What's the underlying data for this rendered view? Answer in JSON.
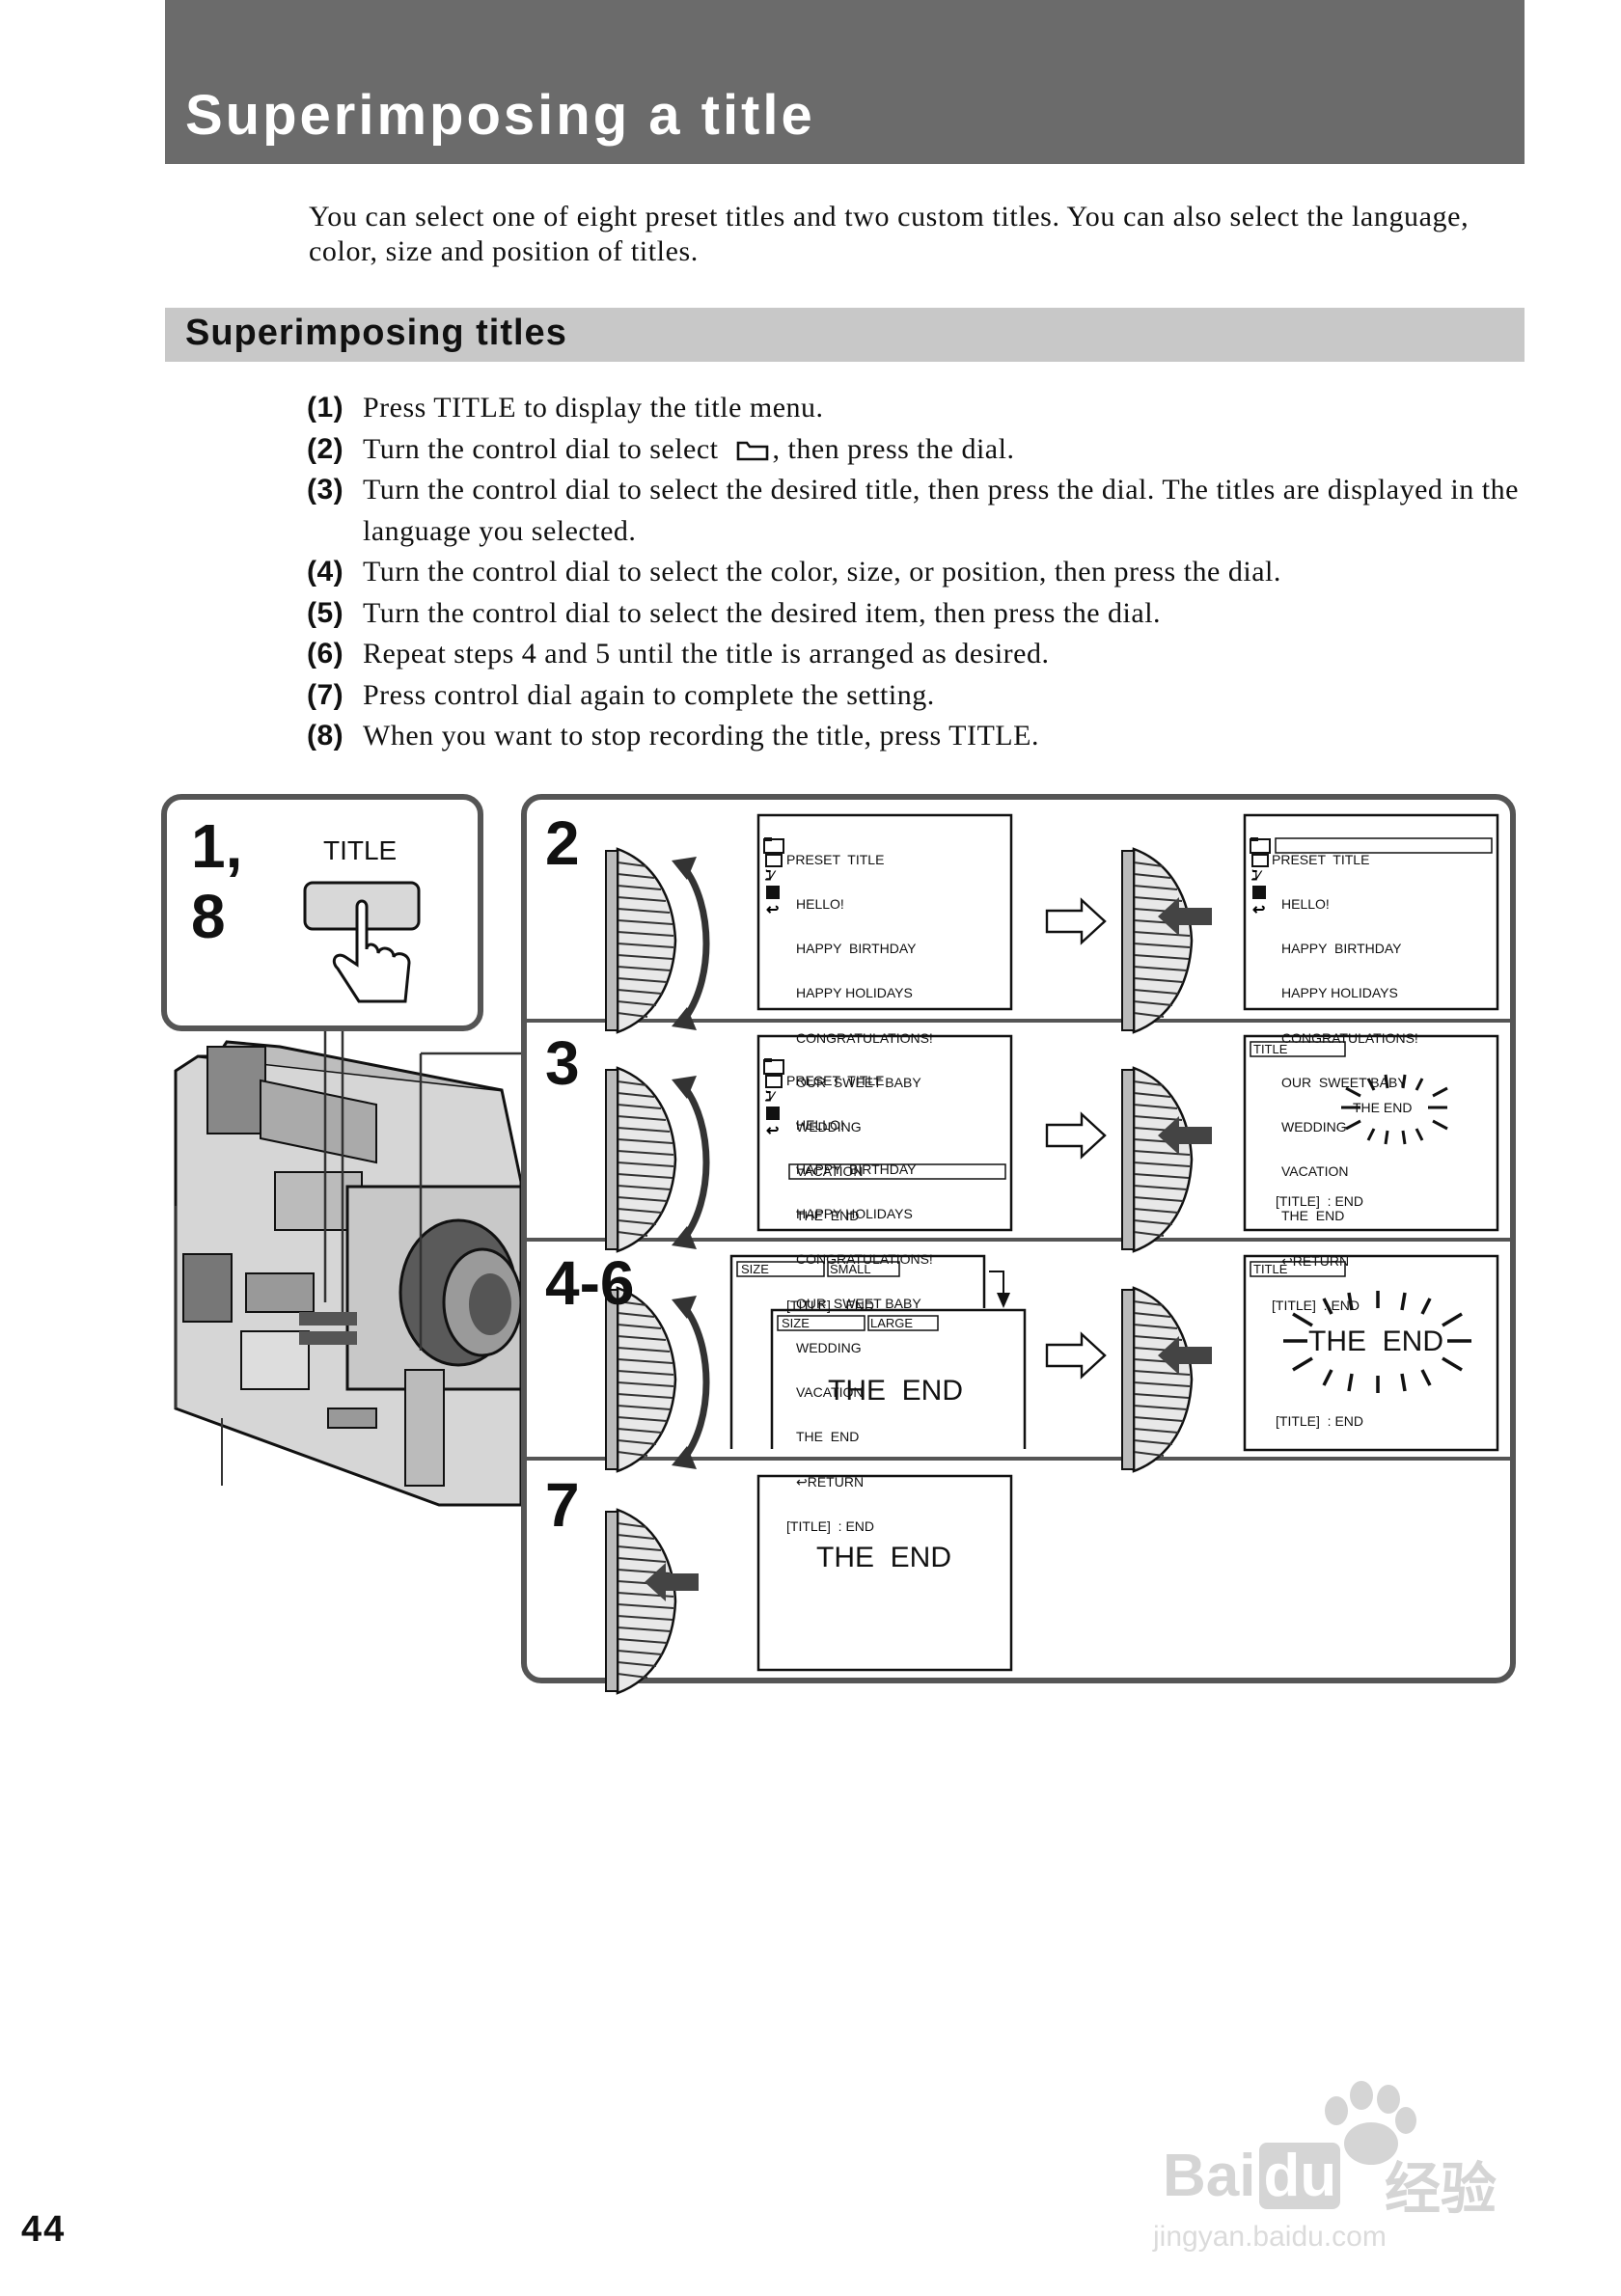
{
  "header": {
    "title": "Superimposing a title"
  },
  "intro": "You can select one of eight preset titles and two custom titles. You can also select the language, color, size and position of titles.",
  "section": {
    "title": "Superimposing titles"
  },
  "steps": [
    {
      "num": "(1)",
      "text": "Press TITLE to display the title menu."
    },
    {
      "num": "(2)",
      "text_before": "Turn the control dial to select",
      "text_after": ", then press the dial.",
      "icon": "folder-icon"
    },
    {
      "num": "(3)",
      "text": "Turn the control dial to select the desired title, then press the dial. The titles are displayed in the language you selected."
    },
    {
      "num": "(4)",
      "text": "Turn the control dial to select the color, size, or position, then press the dial."
    },
    {
      "num": "(5)",
      "text": "Turn the control dial to select the desired item, then press the dial."
    },
    {
      "num": "(6)",
      "text": "Repeat steps 4 and 5 until the title is arranged as desired."
    },
    {
      "num": "(7)",
      "text": "Press control dial again to complete the setting."
    },
    {
      "num": "(8)",
      "text": "When you want to stop recording the title, press TITLE."
    }
  ],
  "figure": {
    "callout": {
      "line1": "1,",
      "line2": "8",
      "button_label": "TITLE"
    },
    "panel_labels": {
      "p2": "2",
      "p3": "3",
      "p46": "4-6",
      "p7": "7"
    },
    "menu": {
      "header": "PRESET  TITLE",
      "items": [
        "HELLO!",
        "HAPPY  BIRTHDAY",
        "HAPPY HOLIDAYS",
        "CONGRATULATIONS!",
        "OUR  SWEET BABY",
        "WEDDING",
        "VACATION",
        "THE  END"
      ],
      "return": "RETURN",
      "footer": "[TITLE]  : END"
    },
    "title_tag": "TITLE",
    "the_end": "THE  END",
    "size_label": "SIZE",
    "size_small": "SMALL",
    "size_large": "LARGE"
  },
  "page_number": "44",
  "watermark": {
    "brand": "Bai",
    "brand2": "du",
    "cn": "经验",
    "url": "jingyan.baidu.com"
  }
}
